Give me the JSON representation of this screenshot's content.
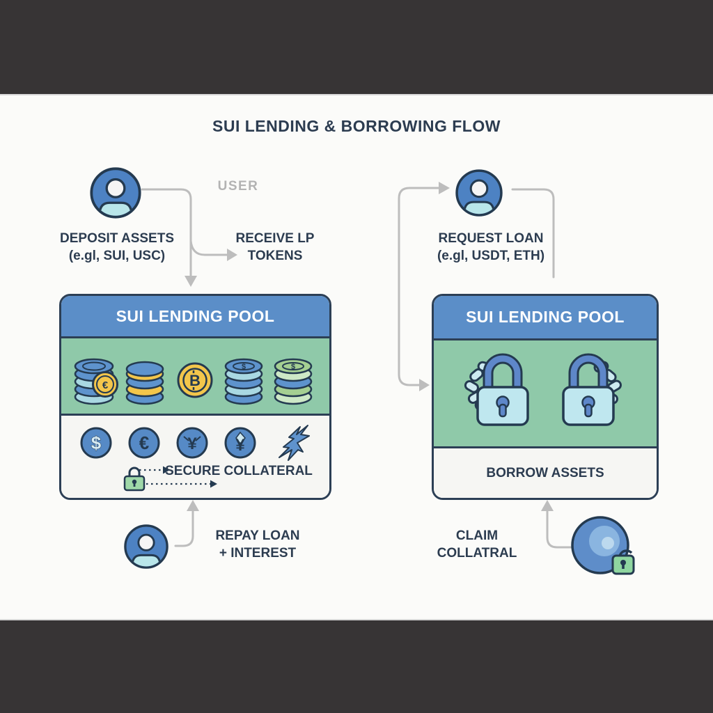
{
  "title": "SUI LENDING & BORROWING FLOW",
  "left": {
    "user_label": "USER",
    "deposit": {
      "line1": "DEPOSIT ASSETS",
      "line2": "(e.gl, SUI, USC)"
    },
    "receive": {
      "line1": "RECEIVE LP",
      "line2": "TOKENS"
    },
    "pool_title": "SUI LENDING POOL",
    "secure_collateral": "SECURE COLLATERAL",
    "repay": {
      "line1": "REPAY LOAN",
      "line2": "+ INTEREST"
    }
  },
  "right": {
    "request": {
      "line1": "REQUEST LOAN",
      "line2": "(e.gl, USDT, ETH)"
    },
    "pool_title": "SUI LENDING POOL",
    "borrow_assets": "BORROW ASSETS",
    "claim": {
      "line1": "CLAIM",
      "line2": "COLLATRAL"
    }
  },
  "icons": {
    "dollar": "$",
    "euro": "€",
    "yen": "¥",
    "yen_alt": "¥",
    "bitcoin": "B",
    "euro_coin": "€",
    "stack_symbol": "$"
  },
  "colors": {
    "letterbox_dark": "#373435",
    "navy_outline": "#2c3f55",
    "header_blue": "#5b8ec8",
    "pool_green": "#8fc9a9",
    "panel_white": "#f6f6f3",
    "coin_blue": "#5e93cd",
    "coin_cyan": "#a9d8e2",
    "coin_gold": "#f3c64b",
    "coin_green": "#a5cf92",
    "lock_cyan": "#bfe7ef",
    "lock_green": "#8fd6a0",
    "avatar_blue": "#4d82c3",
    "avatar_body_cyan": "#b9e6ea",
    "arrow_gray": "#bdbdbd",
    "text_navy": "#2c3c50",
    "user_label_gray": "#b3b3b3"
  }
}
